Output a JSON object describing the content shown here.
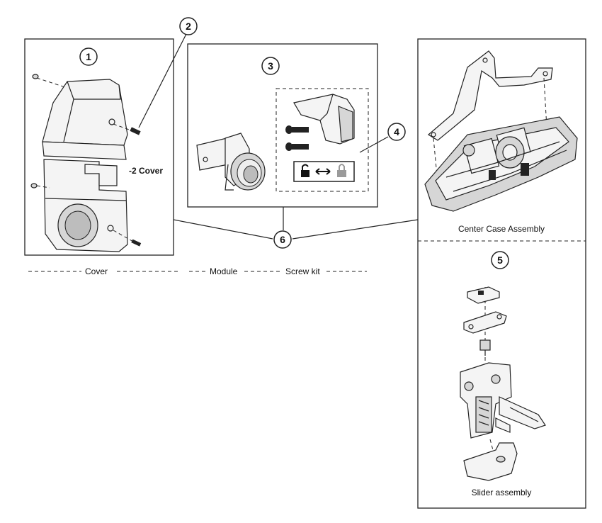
{
  "callouts": {
    "c1": "1",
    "c2": "2",
    "c3": "3",
    "c4": "4",
    "c5": "5",
    "c6": "6"
  },
  "labels": {
    "cover_variant": "-2 Cover",
    "center_case": "Center Case Assembly",
    "slider": "Slider assembly"
  },
  "legend": {
    "cover": "Cover",
    "module": "Module",
    "screw_kit": "Screw kit"
  },
  "icons": {
    "unlock": "unlocked-padlock-icon",
    "arrow": "double-arrow-icon",
    "lock": "locked-padlock-icon"
  }
}
